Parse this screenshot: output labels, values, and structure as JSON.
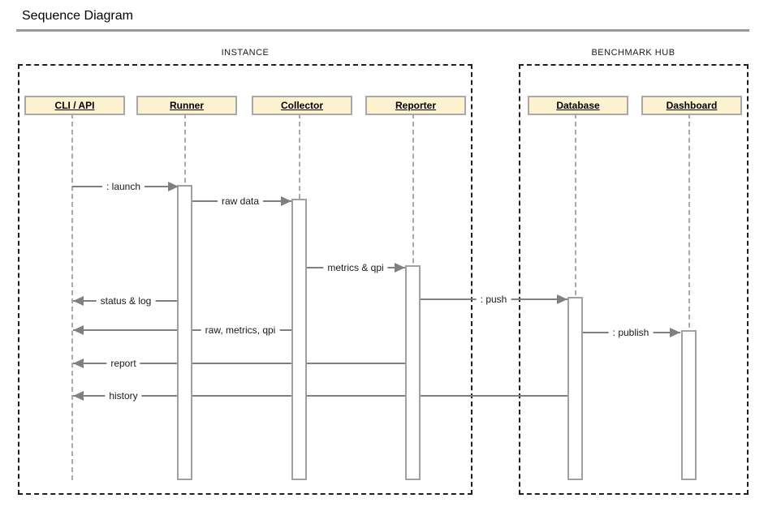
{
  "page": {
    "title": "Sequence Diagram"
  },
  "frames": [
    {
      "label": "INSTANCE"
    },
    {
      "label": "BENCHMARK HUB"
    }
  ],
  "actors": [
    {
      "label": "CLI / API"
    },
    {
      "label": "Runner"
    },
    {
      "label": "Collector"
    },
    {
      "label": "Reporter"
    },
    {
      "label": "Database"
    },
    {
      "label": "Dashboard"
    }
  ],
  "messages": [
    {
      "label": ": launch",
      "from": "CLI / API",
      "to": "Runner"
    },
    {
      "label": "raw data",
      "from": "Runner",
      "to": "Collector"
    },
    {
      "label": "metrics & qpi",
      "from": "Collector",
      "to": "Reporter"
    },
    {
      "label": ": push",
      "from": "Reporter",
      "to": "Database"
    },
    {
      "label": "status & log",
      "from": "Runner",
      "to": "CLI / API"
    },
    {
      "label": "raw, metrics, qpi",
      "from": "Collector",
      "to": "CLI / API"
    },
    {
      "label": ": publish",
      "from": "Database",
      "to": "Dashboard"
    },
    {
      "label": "report",
      "from": "Reporter",
      "to": "CLI / API"
    },
    {
      "label": "history",
      "from": "Database",
      "to": "CLI / API"
    }
  ],
  "colors": {
    "actor_fill": "#FCF2D0",
    "actor_border": "#A9A9A9",
    "message_line": "#808080",
    "lifeline": "#A9A9A9",
    "frame_border": "#1F1F1F",
    "title_rule": "#999999"
  }
}
